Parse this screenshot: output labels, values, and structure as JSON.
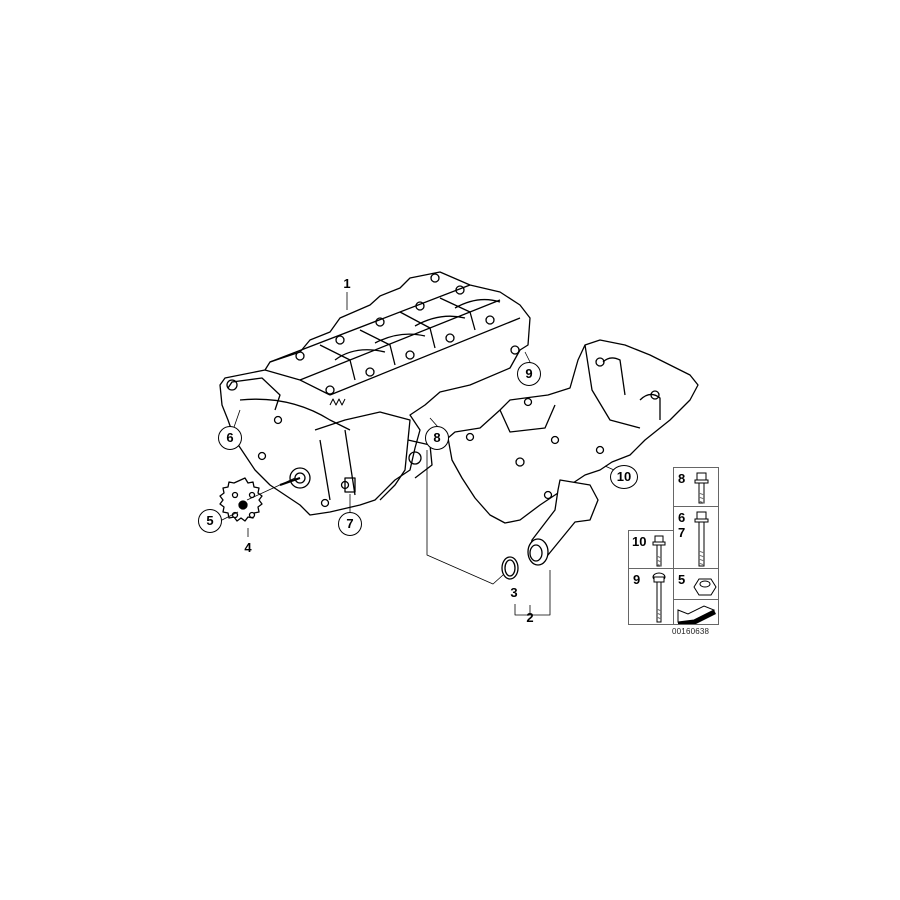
{
  "diagram": {
    "type": "exploded-parts-diagram",
    "subject": "oil pump assembly with bearing ladder, suction pipe and bracket",
    "diagram_id": "00160638"
  },
  "callouts": [
    {
      "id": "1",
      "label": "1",
      "style": "plain"
    },
    {
      "id": "2",
      "label": "2",
      "style": "plain"
    },
    {
      "id": "3",
      "label": "3",
      "style": "plain"
    },
    {
      "id": "4",
      "label": "4",
      "style": "plain"
    },
    {
      "id": "5",
      "label": "5",
      "style": "circled"
    },
    {
      "id": "6",
      "label": "6",
      "style": "circled"
    },
    {
      "id": "7",
      "label": "7",
      "style": "circled"
    },
    {
      "id": "8",
      "label": "8",
      "style": "circled"
    },
    {
      "id": "9",
      "label": "9",
      "style": "circled"
    },
    {
      "id": "10",
      "label": "10",
      "style": "circled"
    }
  ],
  "legend": {
    "cells": [
      {
        "labels": [
          "8"
        ],
        "part": "short flange bolt"
      },
      {
        "labels": [
          "6",
          "7"
        ],
        "part": "long flange bolt"
      },
      {
        "labels": [
          "10"
        ],
        "part": "short flange bolt"
      },
      {
        "labels": [
          "9"
        ],
        "part": "long collar bolt"
      },
      {
        "labels": [
          "5"
        ],
        "part": "hex nut"
      },
      {
        "labels": [],
        "part": "direction arrow"
      }
    ],
    "l8": "8",
    "l6": "6",
    "l7": "7",
    "l10": "10",
    "l9": "9",
    "l5": "5"
  },
  "labels": {
    "c1": "1",
    "c2": "2",
    "c3": "3",
    "c4": "4",
    "c5": "5",
    "c6": "6",
    "c7": "7",
    "c8": "8",
    "c9": "9",
    "c10": "10"
  }
}
